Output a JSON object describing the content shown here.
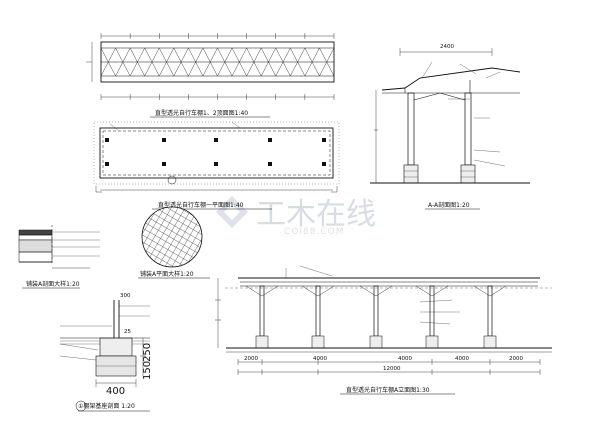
{
  "drawing": {
    "top_plan": {
      "title": "直型透光自行车棚1、2顶面图1:40"
    },
    "floor_plan": {
      "title": "直型透光自行车棚一平面图1:40"
    },
    "section_aa": {
      "title": "A-A剖面图1:20",
      "dim_top": "2400"
    },
    "paving_section": {
      "title": "铺装A剖面大样1:20"
    },
    "paving_plan": {
      "title": "铺装A平面大样1:20"
    },
    "foundation": {
      "title": "①棚架基座剖面 1:20",
      "dim_width": "400",
      "dim_height_a": "250",
      "dim_height_b": "150",
      "dim_side": "25",
      "dim_top": "300"
    },
    "elevation": {
      "title": "直型透光自行车棚A立面图1:30",
      "dims": [
        "2000",
        "4000",
        "4000",
        "4000",
        "2000"
      ],
      "dim_total": "12000"
    },
    "watermark": {
      "main": "工木在线",
      "sub": "COI88.COM"
    }
  }
}
